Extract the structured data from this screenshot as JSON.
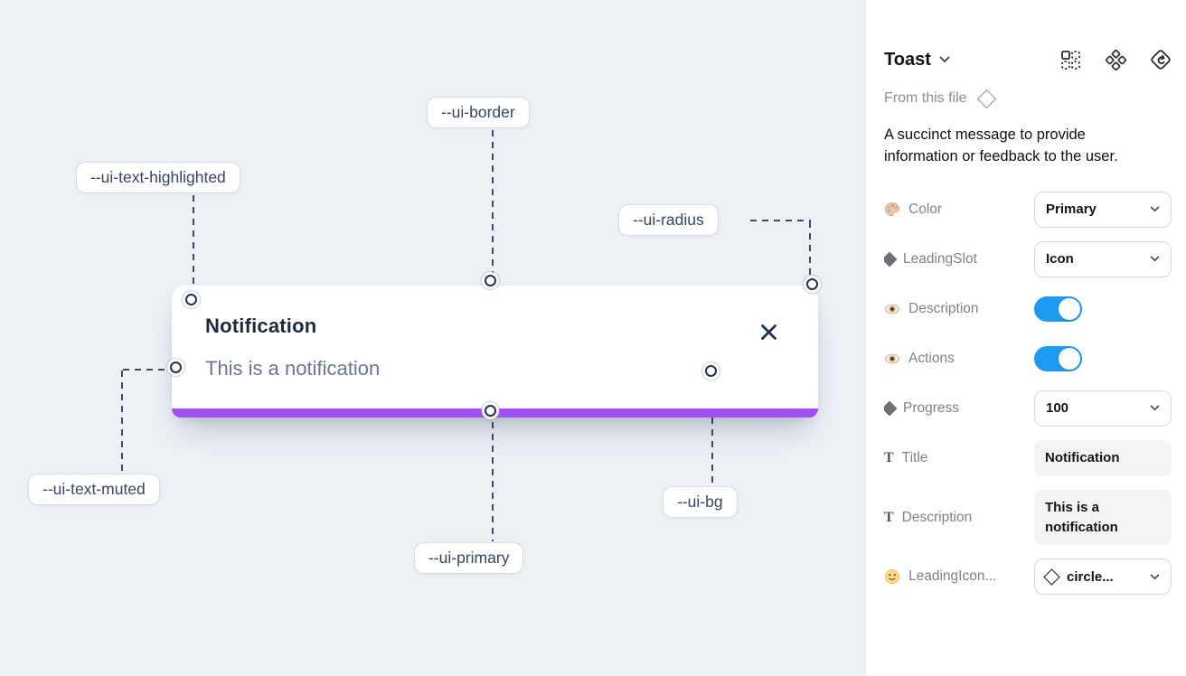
{
  "colors": {
    "primary": "#a24ff1",
    "toggle_on": "#1e9bf0",
    "canvas_bg": "#edf1f6"
  },
  "canvas": {
    "toast": {
      "title": "Notification",
      "description": "This is a notification",
      "close_icon": "x-icon",
      "progress_percent": 100
    },
    "labels": {
      "text_highlighted": "--ui-text-highlighted",
      "border": "--ui-border",
      "radius": "--ui-radius",
      "text_muted": "--ui-text-muted",
      "primary": "--ui-primary",
      "bg": "--ui-bg"
    }
  },
  "panel": {
    "title": "Toast",
    "header_icons": [
      "variants-grid-icon",
      "component-icon",
      "swap-instance-icon"
    ],
    "source": "From this file",
    "description": "A succinct message to provide information or feedback to the user.",
    "properties": {
      "color": {
        "label": "Color",
        "value": "Primary"
      },
      "leading_slot": {
        "label": "LeadingSlot",
        "value": "Icon"
      },
      "description_toggle": {
        "label": "Description",
        "value": "on"
      },
      "actions_toggle": {
        "label": "Actions",
        "value": "on"
      },
      "progress": {
        "label": "Progress",
        "value": "100"
      },
      "title_field": {
        "label": "Title",
        "value": "Notification"
      },
      "description_field": {
        "label": "Description",
        "value": "This is a notification"
      },
      "leading_icon": {
        "label": "LeadingIcon...",
        "value": "circle..."
      }
    }
  }
}
